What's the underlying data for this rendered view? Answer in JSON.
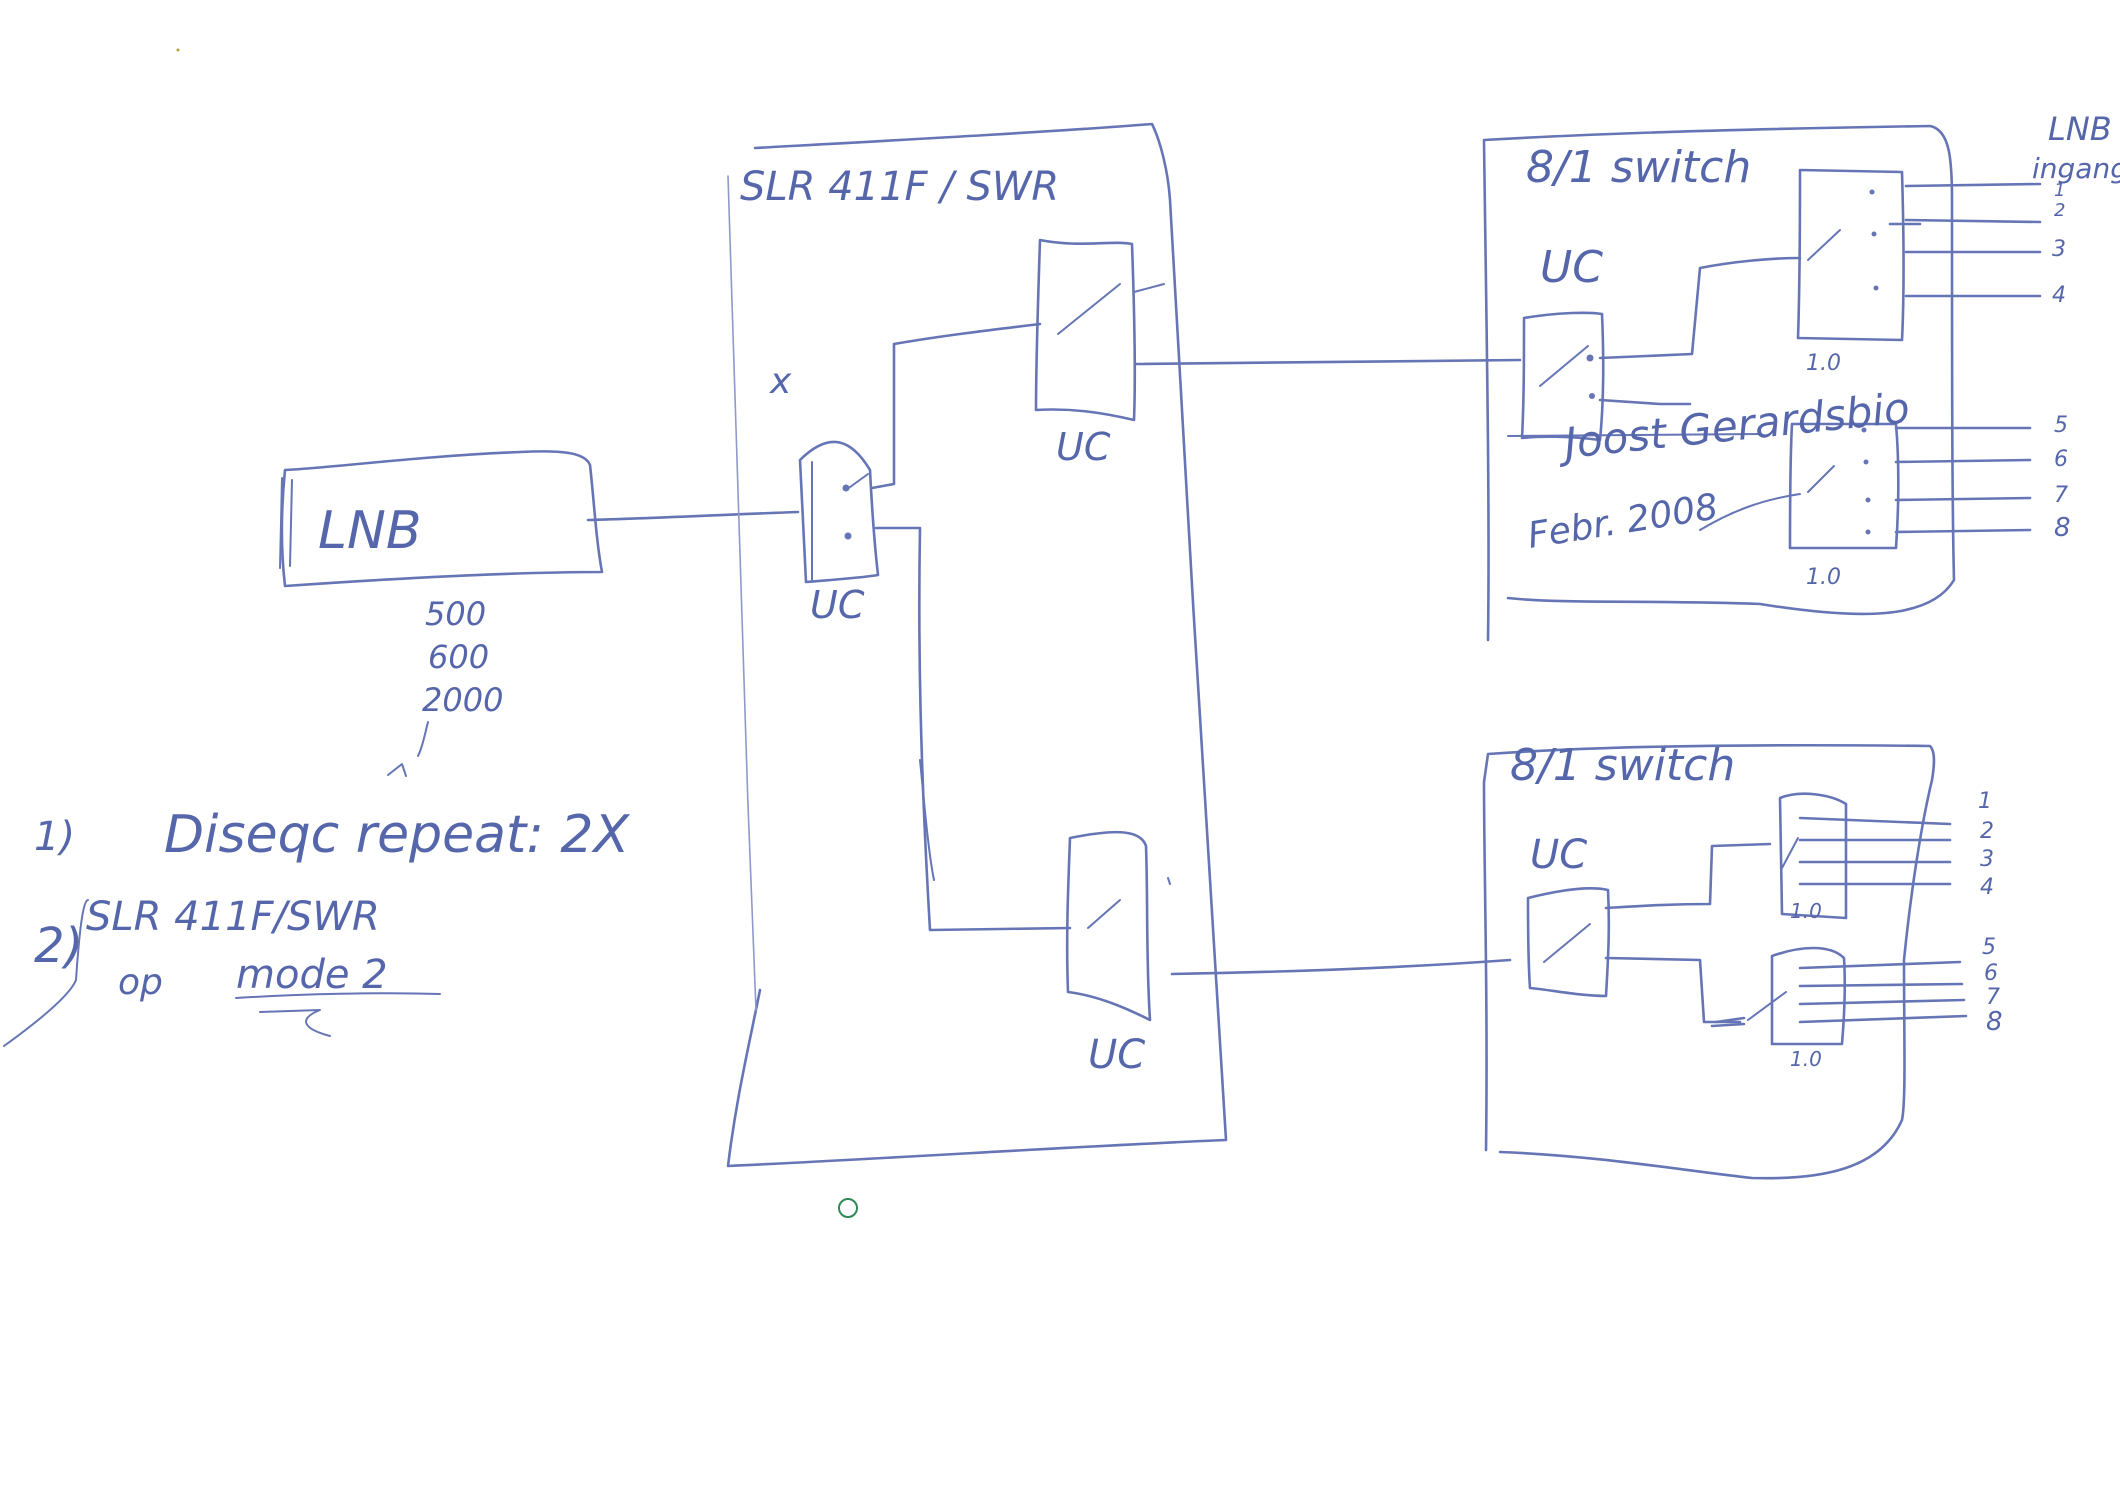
{
  "colors": {
    "ink": "#6675b5",
    "paper": "#ffffff",
    "green_mark": "#2e8b57"
  },
  "lnb": {
    "label": "LNB",
    "frequencies": [
      "500",
      "600",
      "2000"
    ]
  },
  "repeater": {
    "label": "SLR 411F / SWR",
    "x_mark": "x",
    "unit_label_input": "UC",
    "unit_label_upper": "UC",
    "unit_label_lower": "UC"
  },
  "switch_top": {
    "label": "8/1 switch",
    "uc_label": "UC",
    "scale_label_a": "1.0",
    "scale_label_b": "1.0",
    "header_right": "LNB",
    "header_right_sub": "ingang",
    "outputs_group_1": [
      "1",
      "2",
      "3",
      "4"
    ],
    "outputs_group_2": [
      "5",
      "6",
      "7",
      "8"
    ]
  },
  "switch_bottom": {
    "label": "8/1 switch",
    "uc_label": "UC",
    "scale_label_a": "1.0",
    "scale_label_b": "1.0",
    "outputs_group_1": [
      "1",
      "2",
      "3",
      "4"
    ],
    "outputs_group_2": [
      "5",
      "6",
      "7",
      "8"
    ]
  },
  "signature": {
    "name": "Joost Gerardsbio",
    "date": "Febr. 2008"
  },
  "notes": [
    {
      "number": "1)",
      "text": "Diseqc repeat: 2X"
    },
    {
      "number": "2)",
      "text": "SLR 411F/SWR",
      "line2_prefix": "op",
      "line2_mode": "mode 2"
    }
  ]
}
